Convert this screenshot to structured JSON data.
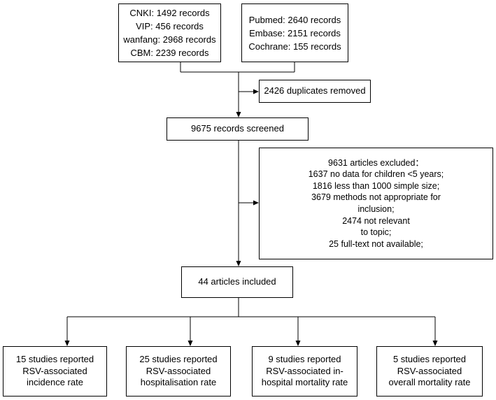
{
  "flowchart": {
    "chinese_databases": [
      "CNKI: 1492 records",
      "VIP: 456 records",
      "wanfang: 2968 records",
      "CBM: 2239 records"
    ],
    "english_databases": [
      "Pubmed: 2640 records",
      "Embase: 2151 records",
      "Cochrane: 155 records"
    ],
    "duplicates": "2426 duplicates removed",
    "screened": "9675 records screened",
    "excluded": [
      "9631 articles excluded：",
      "1637 no data for children <5 years;",
      "1816 less than 1000 simple size;",
      "3679 methods not appropriate for",
      "inclusion;",
      "2474 not relevant",
      "to topic;",
      "25 full-text not available;"
    ],
    "included": "44 articles included",
    "outcomes": [
      {
        "lines": [
          "15 studies reported",
          "RSV-associated",
          "incidence rate"
        ]
      },
      {
        "lines": [
          "25 studies reported",
          "RSV-associated",
          "hospitalisation rate"
        ]
      },
      {
        "lines": [
          "9 studies reported",
          "RSV-associated in-",
          "hospital mortality rate"
        ]
      },
      {
        "lines": [
          "5 studies reported",
          "RSV-associated",
          "overall mortality rate"
        ]
      }
    ]
  },
  "colors": {
    "line": "#000000",
    "box_border": "#000000",
    "background": "#ffffff"
  }
}
